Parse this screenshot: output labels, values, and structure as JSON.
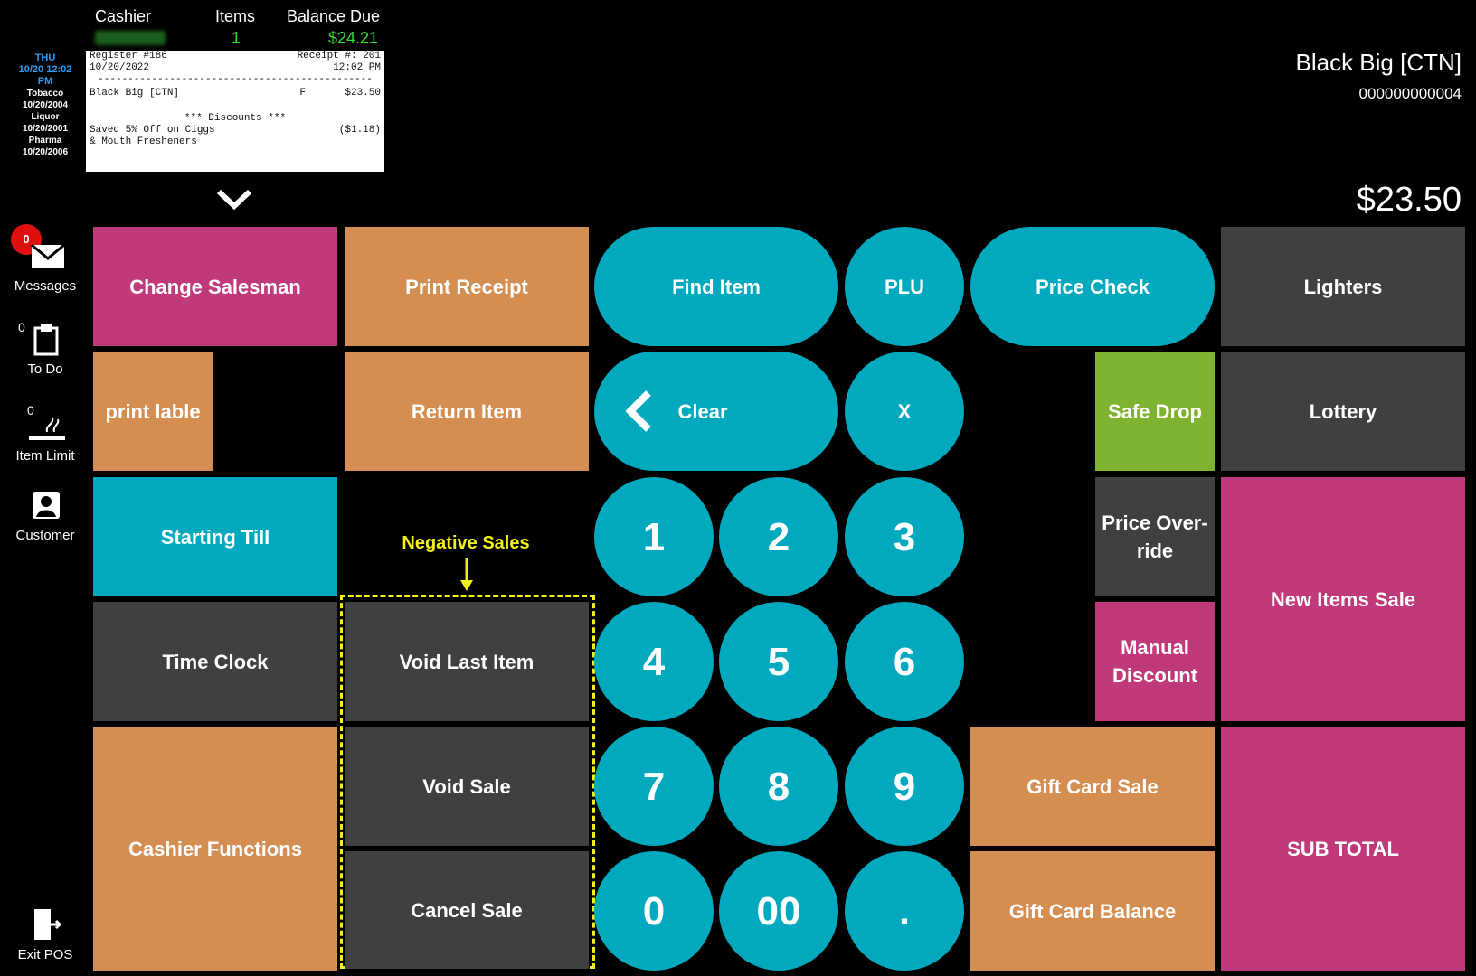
{
  "header": {
    "cashier_label": "Cashier",
    "items_label": "Items",
    "items_value": "1",
    "balance_label": "Balance Due",
    "balance_value": "$24.21"
  },
  "date_info": {
    "day": "THU",
    "datetime1": "10/20 12:02",
    "datetime2": "PM",
    "restrictions": [
      {
        "name": "Tobacco",
        "date": "10/20/2004"
      },
      {
        "name": "Liquor",
        "date": "10/20/2001"
      },
      {
        "name": "Pharma",
        "date": "10/20/2006"
      }
    ]
  },
  "receipt": {
    "register": "Register #186",
    "receipt_no": "Receipt #: 201",
    "date": "10/20/2022",
    "time": "12:02 PM",
    "divider": "----------------------------------------------",
    "item_name": "Black Big [CTN]",
    "item_flag": "F",
    "item_price": "$23.50",
    "discounts_heading": "*** Discounts ***",
    "discount_line1": "Saved 5% Off on Ciggs",
    "discount_amount": "($1.18)",
    "discount_line2": "& Mouth Fresheners"
  },
  "item_display": {
    "name": "Black Big [CTN]",
    "code": "000000000004",
    "price": "$23.50"
  },
  "sidebar": {
    "messages_count": "0",
    "messages_label": "Messages",
    "todo_count": "0",
    "todo_label": "To Do",
    "item_limit_count": "0",
    "item_limit_label": "Item Limit",
    "customer_label": "Customer",
    "exit_label": "Exit POS"
  },
  "buttons": {
    "change_salesman": "Change Salesman",
    "print_receipt": "Print Receipt",
    "find_item": "Find Item",
    "plu": "PLU",
    "price_check": "Price Check",
    "lighters": "Lighters",
    "print_lable": "print lable",
    "return_item": "Return Item",
    "clear": "Clear",
    "multiply": "X",
    "safe_drop": "Safe Drop",
    "lottery": "Lottery",
    "starting_till": "Starting Till",
    "price_override": "Price Over-ride",
    "new_items_sale": "New Items Sale",
    "time_clock": "Time Clock",
    "void_last_item": "Void Last Item",
    "manual_discount": "Manual Discount",
    "cashier_functions": "Cashier Functions",
    "void_sale": "Void Sale",
    "gift_card_sale": "Gift Card Sale",
    "sub_total": "SUB TOTAL",
    "cancel_sale": "Cancel Sale",
    "gift_card_balance": "Gift Card Balance"
  },
  "keypad": [
    "1",
    "2",
    "3",
    "4",
    "5",
    "6",
    "7",
    "8",
    "9",
    "0",
    "00",
    "."
  ],
  "annotation": {
    "negative_sales": "Negative Sales"
  },
  "colors": {
    "pink": "#c0397a",
    "orange": "#d58e52",
    "teal": "#00a9bd",
    "gray": "#404040",
    "green": "#7fb22e",
    "highlight": "#f3f01a",
    "balance": "#33dd33"
  }
}
